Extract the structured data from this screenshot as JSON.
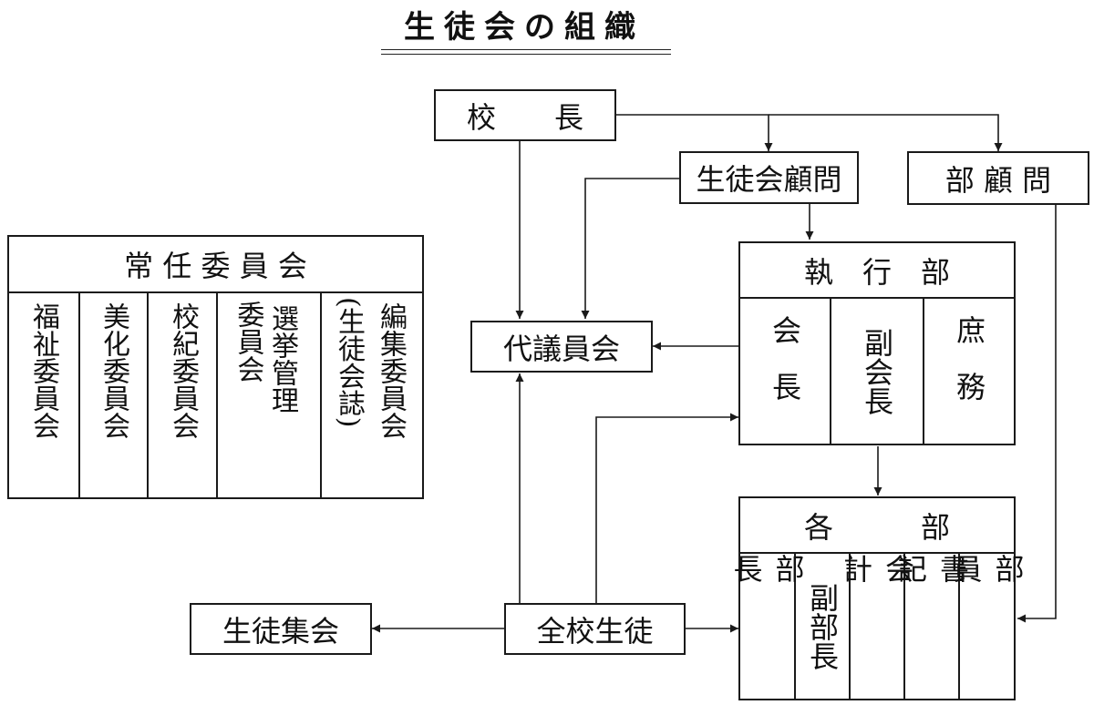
{
  "title": "生徒会の組織",
  "nodes": {
    "principal": "校　　長",
    "council_advisor": "生徒会顧問",
    "club_advisor": "部 顧 問",
    "representatives": "代議員会",
    "student_assembly": "生徒集会",
    "all_students": "全校生徒"
  },
  "standing_committee": {
    "header": "常 任 委 員 会",
    "columns": [
      "福祉委員会",
      "美化委員会",
      "校紀委員会",
      "選挙管理",
      "委員会",
      "編集委員会",
      "(生徒会誌)"
    ]
  },
  "executive": {
    "header": "執　行　部",
    "columns": [
      "会長",
      "副会長",
      "庶務"
    ]
  },
  "clubs": {
    "header": "各　　　部",
    "columns": [
      "部長",
      "副部長",
      "会計",
      "書記",
      "部員"
    ]
  },
  "colors": {
    "line": "#1a1a1a",
    "background": "#ffffff"
  }
}
